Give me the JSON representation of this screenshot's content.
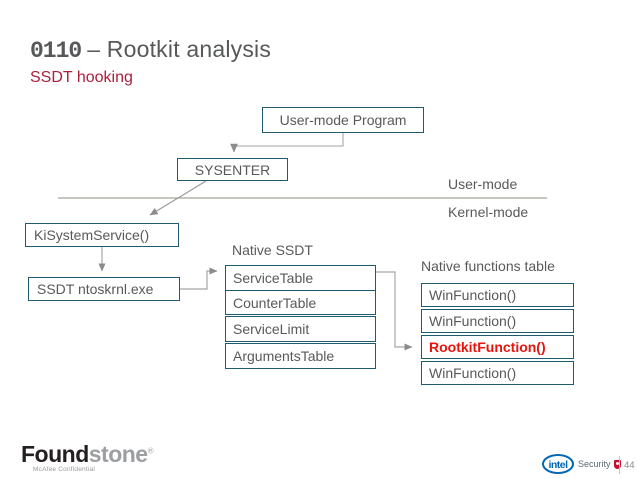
{
  "slide": {
    "title_code": "0110",
    "title_rest": "– Rootkit analysis",
    "subtitle": "SSDT hooking"
  },
  "diagram": {
    "boxes": {
      "user_mode_program": "User-mode Program",
      "sysenter": "SYSENTER",
      "ki_system_service": "KiSystemService()",
      "ssdt_ntoskrnl": "SSDT ntoskrnl.exe"
    },
    "mode_labels": {
      "user": "User-mode",
      "kernel": "Kernel-mode"
    },
    "ssdt_table": {
      "label": "Native SSDT",
      "rows": [
        "ServiceTable",
        "CounterTable",
        "ServiceLimit",
        "ArgumentsTable"
      ]
    },
    "functions_table": {
      "label": "Native functions table",
      "rows": [
        {
          "label": "WinFunction()",
          "highlight": false
        },
        {
          "label": "WinFunction()",
          "highlight": false
        },
        {
          "label": "RootkitFunction()",
          "highlight": true
        },
        {
          "label": "WinFunction()",
          "highlight": false
        }
      ]
    }
  },
  "footer": {
    "brand_bold": "Found",
    "brand_light": "stone",
    "brand_mark": "®",
    "confidential": "McAfee Confidential",
    "intel": "intel",
    "security": "Security",
    "page_number": "44"
  },
  "colors": {
    "title_gray": "#57585a",
    "subtitle_crimson": "#ab1f3c",
    "box_border_teal": "#1e5b6e",
    "box_text_gray": "#595959",
    "rootkit_red": "#e8140c",
    "connector_gray": "#a6a6a6",
    "divider_line": "#8f8d83",
    "intel_blue": "#0067b4",
    "shield_red": "#c8102e"
  }
}
